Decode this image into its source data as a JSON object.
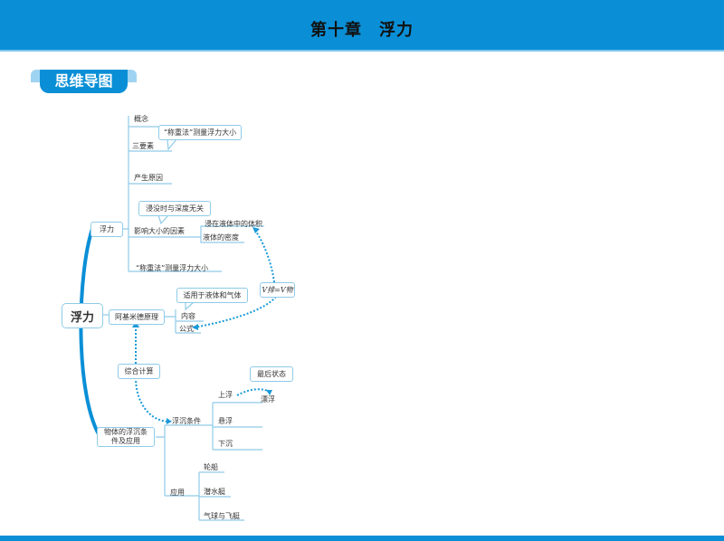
{
  "header": {
    "title": "第十章　浮力"
  },
  "badge": "思维导图",
  "mindmap": {
    "root": "浮力",
    "buoyancy": {
      "label": "浮力",
      "items": [
        "概念",
        "三要素",
        "产生原因",
        "影响大小的因素",
        "“称重法”测量浮力大小"
      ],
      "callout_weighing": "“称重法”测量浮力大小",
      "callout_depth": "浸没时与深度无关",
      "factors": [
        "浸在液体中的体积",
        "液体的密度"
      ],
      "formula_box": "V排=V物"
    },
    "archimedes": {
      "label": "阿基米德原理",
      "items": [
        "内容",
        "公式"
      ],
      "callout": "适用于液体和气体"
    },
    "calc": "综合计算",
    "sinkfloat": {
      "label": "物体的浮沉条件及应用",
      "condition": "浮沉条件",
      "states": [
        "上浮",
        "悬浮",
        "下沉"
      ],
      "float": "漂浮",
      "final_box": "最后状态",
      "application": "应用",
      "apps": [
        "轮船",
        "潜水艇",
        "气球与飞艇"
      ]
    }
  }
}
